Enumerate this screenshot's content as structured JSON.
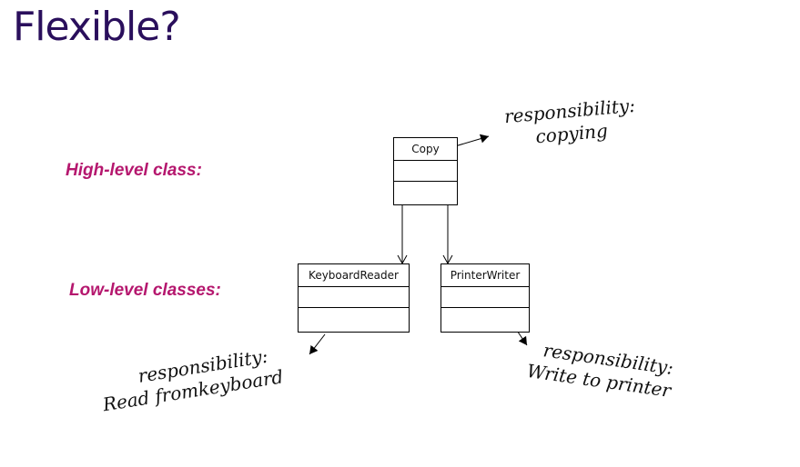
{
  "title": "Flexible?",
  "labels": {
    "high": "High-level class:",
    "low": "Low-level classes:"
  },
  "classes": {
    "copy": "Copy",
    "keyboard_reader": "KeyboardReader",
    "printer_writer": "PrinterWriter"
  },
  "notes": {
    "copy": {
      "line1": "responsibility:",
      "line2": "copying"
    },
    "keyboard": {
      "line1": "responsibility:",
      "line2": "Read fromkeyboard"
    },
    "printer": {
      "line1": "responsibility:",
      "line2": "Write to printer"
    }
  },
  "colors": {
    "title": "#2a0f5c",
    "label": "#b5176e"
  }
}
